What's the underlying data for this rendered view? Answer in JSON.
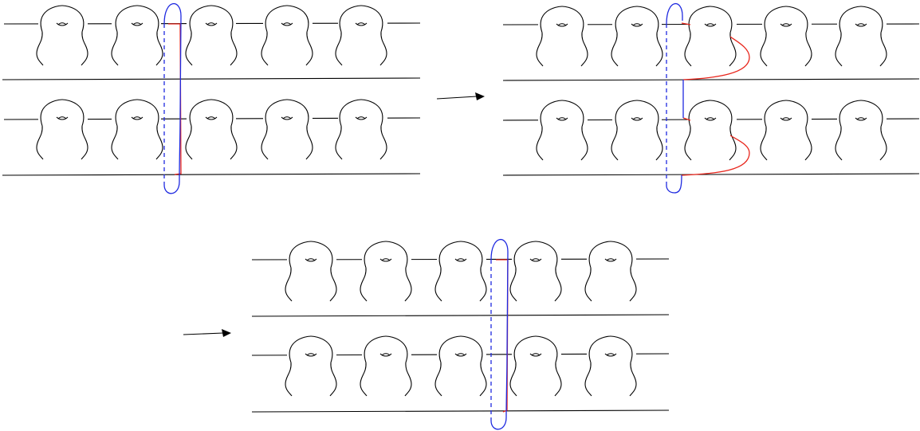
{
  "diagram": {
    "panels": [
      {
        "name": "panel-initial",
        "stage": 1
      },
      {
        "name": "panel-rerouted",
        "stage": 2
      },
      {
        "name": "panel-final",
        "stage": 3
      }
    ],
    "arrows": [
      "arrow-1-to-2",
      "arrow-2-to-3"
    ],
    "strips_per_panel": 2,
    "bulbs_per_strip": 5,
    "colors": {
      "line": "#000000",
      "curve_red": "#e8261c",
      "curve_blue": "#1f2ae0",
      "background": "#ffffff"
    }
  }
}
